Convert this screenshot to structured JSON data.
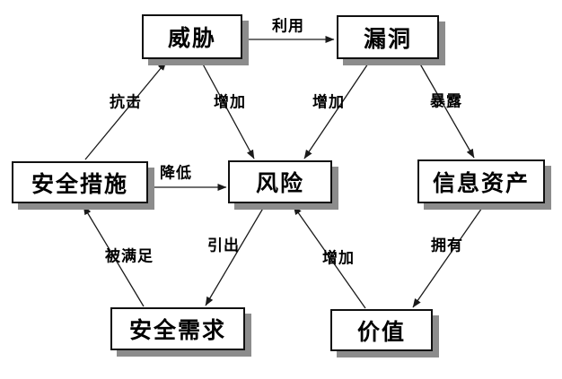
{
  "diagram": {
    "kind": "security-concept-relationship-diagram",
    "nodes": [
      {
        "id": "threat",
        "label": "威胁"
      },
      {
        "id": "vulnerability",
        "label": "漏洞"
      },
      {
        "id": "safeguard",
        "label": "安全措施"
      },
      {
        "id": "risk",
        "label": "风险"
      },
      {
        "id": "info-asset",
        "label": "信息资产"
      },
      {
        "id": "security-requirement",
        "label": "安全需求"
      },
      {
        "id": "value",
        "label": "价值"
      }
    ],
    "edges": [
      {
        "from": "威胁",
        "to": "漏洞",
        "label": "利用"
      },
      {
        "from": "安全措施",
        "to": "威胁",
        "label": "抗击"
      },
      {
        "from": "威胁",
        "to": "风险",
        "label": "增加"
      },
      {
        "from": "漏洞",
        "to": "风险",
        "label": "增加"
      },
      {
        "from": "漏洞",
        "to": "信息资产",
        "label": "暴露"
      },
      {
        "from": "安全措施",
        "to": "风险",
        "label": "降低"
      },
      {
        "from": "安全需求",
        "to": "安全措施",
        "label": "被满足"
      },
      {
        "from": "风险",
        "to": "安全需求",
        "label": "引出"
      },
      {
        "from": "价值",
        "to": "风险",
        "label": "增加"
      },
      {
        "from": "信息资产",
        "to": "价值",
        "label": "拥有"
      }
    ],
    "colors": {
      "background": "#ffffff",
      "box_fill": "#ffffff",
      "box_border": "#111111",
      "box_shadow": "#8c8c8c",
      "line": "#1a1a1a",
      "text": "#000000"
    }
  }
}
